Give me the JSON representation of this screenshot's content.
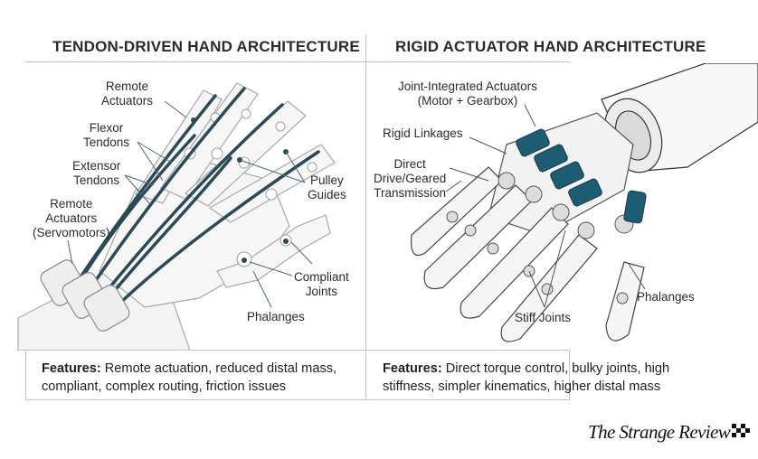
{
  "left_panel": {
    "title": "TENDON-DRIVEN HAND ARCHITECTURE",
    "labels": {
      "remote_actuators_top": [
        "Remote",
        "Actuators"
      ],
      "flexor_tendons": [
        "Flexor",
        "Tendons"
      ],
      "extensor_tendons": [
        "Extensor",
        "Tendons"
      ],
      "remote_actuators_servo": [
        "Remote",
        "Actuators",
        "(Servomotors)"
      ],
      "pulley_guides": [
        "Pulley",
        "Guides"
      ],
      "compliant_joints": [
        "Compliant",
        "Joints"
      ],
      "phalanges": "Phalanges"
    },
    "features": {
      "heading": "Features:",
      "line1": " Remote actuation, reduced distal mass,",
      "line2": "compliant, complex routing, friction issues"
    }
  },
  "right_panel": {
    "title": "RIGID ACTUATOR HAND ARCHITECTURE",
    "labels": {
      "joint_integrated_actuators": [
        "Joint-Integrated Actuators",
        "(Motor + Gearbox)"
      ],
      "rigid_linkages": "Rigid Linkages",
      "direct_drive": [
        "Direct",
        "Drive/Geared",
        "Transmission"
      ],
      "phalanges": "Phalanges",
      "stiff_joints": "Stiff Joints"
    },
    "features": {
      "heading": "Features:",
      "line1": " Direct torque control, bulky joints, high",
      "line2": "stiffness, simpler kinematics, higher distal mass"
    }
  },
  "colors": {
    "tendon": "#2c4a56",
    "motor": "#1d5d73",
    "outline": "#9a9a9a",
    "body": "#f1f1f1"
  },
  "brand": {
    "name": "The Strange Review",
    "logo_icon": "checker-icon"
  }
}
